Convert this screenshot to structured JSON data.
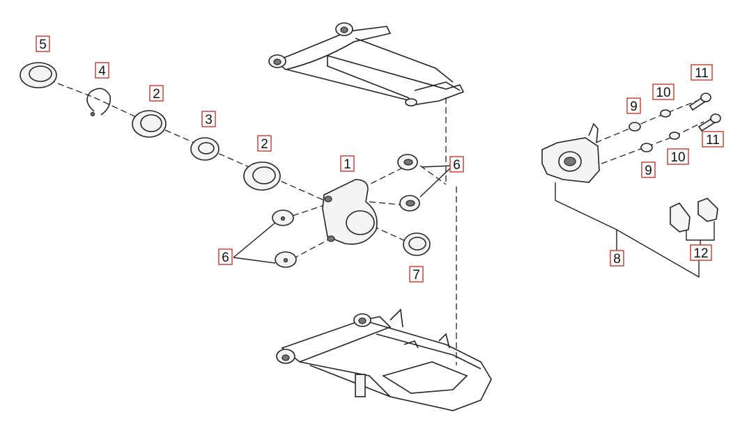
{
  "diagram": {
    "callouts": [
      {
        "id": "callout-5",
        "label": "5"
      },
      {
        "id": "callout-4",
        "label": "4"
      },
      {
        "id": "callout-2a",
        "label": "2"
      },
      {
        "id": "callout-3",
        "label": "3"
      },
      {
        "id": "callout-2b",
        "label": "2"
      },
      {
        "id": "callout-1",
        "label": "1"
      },
      {
        "id": "callout-6a",
        "label": "6"
      },
      {
        "id": "callout-6b",
        "label": "6"
      },
      {
        "id": "callout-7",
        "label": "7"
      },
      {
        "id": "callout-9a",
        "label": "9"
      },
      {
        "id": "callout-10a",
        "label": "10"
      },
      {
        "id": "callout-11a",
        "label": "11"
      },
      {
        "id": "callout-11b",
        "label": "11"
      },
      {
        "id": "callout-10b",
        "label": "10"
      },
      {
        "id": "callout-9b",
        "label": "9"
      },
      {
        "id": "callout-8",
        "label": "8"
      },
      {
        "id": "callout-12",
        "label": "12"
      }
    ],
    "colors": {
      "callout_border": "#c0392b",
      "line": "#222222"
    }
  }
}
